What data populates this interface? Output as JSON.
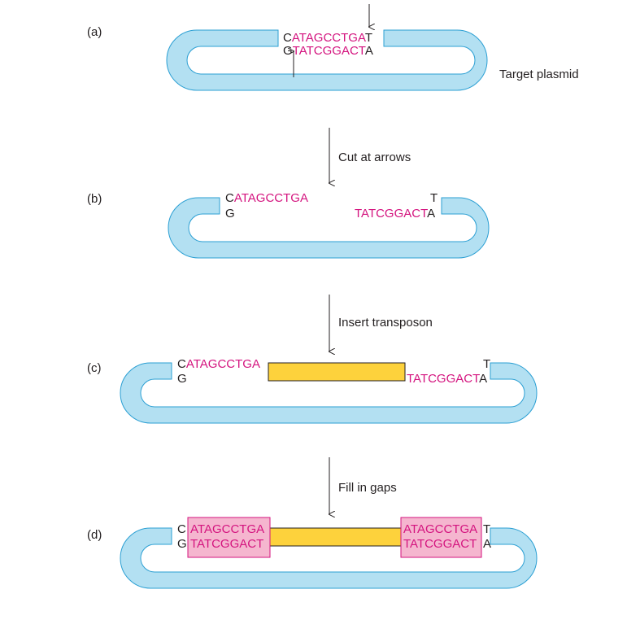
{
  "colors": {
    "plasmid_fill": "#b3e0f2",
    "plasmid_stroke": "#2b9fd3",
    "transposon_fill": "#fdd23c",
    "box_fill": "#f5b6cf",
    "box_stroke": "#d4147f",
    "sequence": "#d4147f",
    "text": "#231f20"
  },
  "panels": {
    "a": {
      "label": "(a)",
      "side_label": "Target plasmid",
      "top_left_base": "C",
      "top_seq": "ATAGCCTGA",
      "top_right_base": "T",
      "bottom_left_base": "G",
      "bottom_seq": "TATCGGACT",
      "bottom_right_base": "A"
    },
    "b": {
      "label": "(b)",
      "left_top_base": "C",
      "left_top_seq": "ATAGCCTGA",
      "left_bottom_base": "G",
      "right_top_base": "T",
      "right_bottom_seq": "TATCGGACT",
      "right_bottom_base": "A"
    },
    "c": {
      "label": "(c)",
      "left_top_base": "C",
      "left_top_seq": "ATAGCCTGA",
      "left_bottom_base": "G",
      "right_top_base": "T",
      "right_bottom_seq": "TATCGGACT",
      "right_bottom_base": "A"
    },
    "d": {
      "label": "(d)",
      "left_top_base": "C",
      "left_bottom_base": "G",
      "left_box_top": "ATAGCCTGA",
      "left_box_bottom": "TATCGGACT",
      "right_box_top": "ATAGCCTGA",
      "right_box_bottom": "TATCGGACT",
      "right_top_base": "T",
      "right_bottom_base": "A"
    }
  },
  "steps": [
    {
      "label": "Cut at arrows"
    },
    {
      "label": "Insert transposon"
    },
    {
      "label": "Fill in gaps"
    }
  ]
}
